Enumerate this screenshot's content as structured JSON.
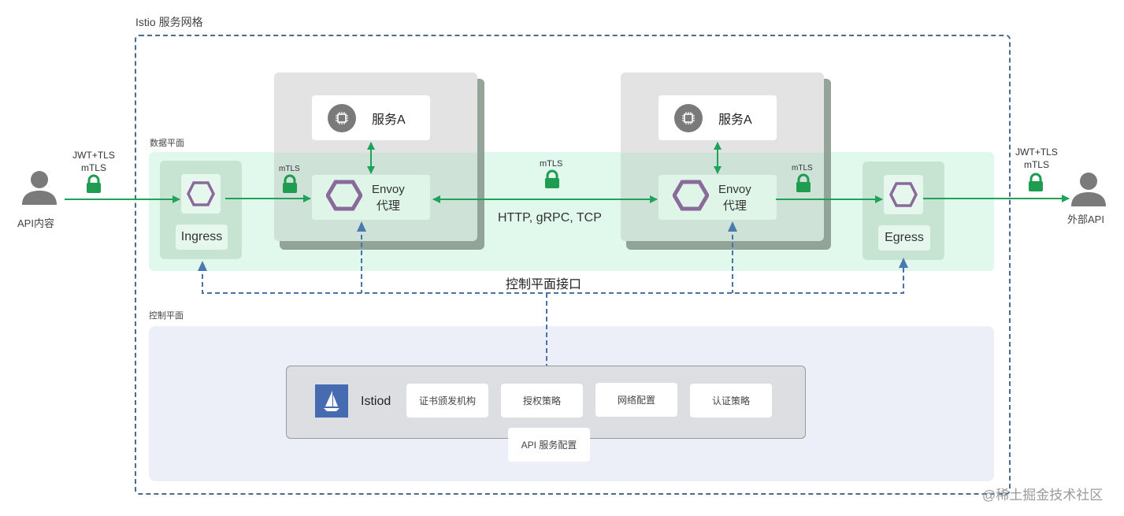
{
  "mesh": {
    "title": "Istio 服务网格"
  },
  "data_plane": {
    "label": "数据平面"
  },
  "control_plane": {
    "label": "控制平面",
    "interface_label": "控制平面接口",
    "istiod": {
      "label": "Istiod",
      "logo_icon": "istio-sail-icon",
      "features": [
        "证书颁发机构",
        "授权策略",
        "网络配置",
        "认证策略",
        "API 服务配置"
      ]
    }
  },
  "external": {
    "client": {
      "label": "API内容",
      "icon": "user-icon"
    },
    "api": {
      "label": "外部API",
      "icon": "user-icon"
    },
    "ingress_link": {
      "line1": "JWT+TLS",
      "line2": "mTLS",
      "icon": "lock-icon"
    },
    "egress_link": {
      "line1": "JWT+TLS",
      "line2": "mTLS",
      "icon": "lock-icon"
    }
  },
  "gateways": {
    "ingress": {
      "label": "Ingress",
      "icon": "hexagon-icon"
    },
    "egress": {
      "label": "Egress",
      "icon": "hexagon-icon"
    }
  },
  "pods": [
    {
      "service": "服务A",
      "service_icon": "chip-icon",
      "proxy_line1": "Envoy",
      "proxy_line2": "代理",
      "proxy_icon": "hexagon-icon",
      "mtls": "mTLS"
    },
    {
      "service": "服务A",
      "service_icon": "chip-icon",
      "proxy_line1": "Envoy",
      "proxy_line2": "代理",
      "proxy_icon": "hexagon-icon",
      "mtls": "mTLS"
    }
  ],
  "mesh_link": {
    "mtls": "mTLS",
    "protocols": "HTTP, gRPC, TCP"
  },
  "colors": {
    "green_arrow": "#1fa35a",
    "lock": "#1e9c50",
    "blue_dashed": "#4a72a8",
    "hexagon": "#8a6a9a",
    "data_plane_bg": "#e1f8ec",
    "control_plane_bg": "#eceff7",
    "istio_blue": "#466bb0"
  },
  "watermark": "@稀土掘金技术社区"
}
